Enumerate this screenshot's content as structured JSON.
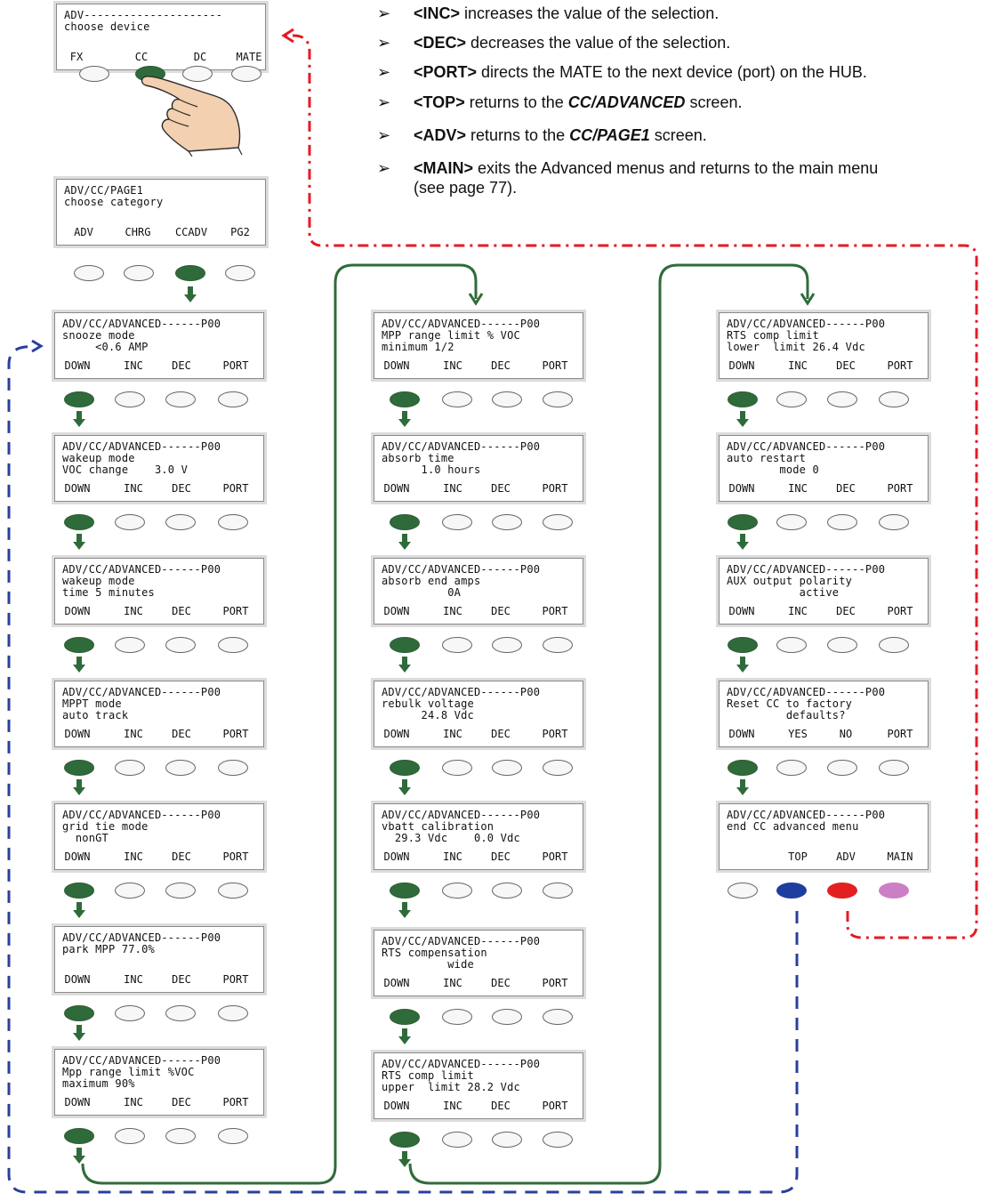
{
  "colors": {
    "key_on": "#2f6b3a",
    "flow_green": "#2f6b3a",
    "flow_blue": "#2a3f9c",
    "flow_red": "#e31b23",
    "top_key": "#1d3e9e",
    "adv_key": "#e3201f",
    "main_key": "#cc7fc5"
  },
  "icons": {
    "bullet": "arrowhead-bullet-icon",
    "finger": "pointing-finger-icon",
    "down_arrow": "down-arrow-icon"
  },
  "bullets": [
    {
      "mark": "➢",
      "key": "<INC>",
      "text": " increases the value of the selection."
    },
    {
      "mark": "➢",
      "key": "<DEC>",
      "text": " decreases the value of the selection."
    },
    {
      "mark": "➢",
      "key": "<PORT>",
      "text": " directs the MATE to the next device (port) on the HUB."
    },
    {
      "mark": "➢",
      "key": "<TOP>",
      "text_before": " returns to the ",
      "screen": "CC/ADVANCED",
      "text_after": " screen."
    },
    {
      "mark": "➢",
      "key": "<ADV>",
      "text_before": " returns to the ",
      "screen": "CC/PAGE1",
      "text_after": " screen."
    },
    {
      "mark": "➢",
      "key": "<MAIN>",
      "text": " exits the Advanced menus and returns to the main menu",
      "text2": "(see page 77)."
    }
  ],
  "screens": {
    "top0": {
      "l0": "ADV---------------------",
      "l1": "choose device",
      "l2": "",
      "sk": [
        "FX",
        "CC",
        "DC",
        "MATE"
      ]
    },
    "page1": {
      "l0": "ADV/CC/PAGE1",
      "l1": "choose category",
      "l2": "",
      "sk": [
        "ADV",
        "CHRG",
        "CCADV",
        "PG2"
      ]
    },
    "c1": [
      {
        "l0": "ADV/CC/ADVANCED------P00",
        "l1": "snooze mode",
        "l2": "     <0.6 AMP",
        "sk": [
          "DOWN",
          "INC",
          "DEC",
          "PORT"
        ]
      },
      {
        "l0": "ADV/CC/ADVANCED------P00",
        "l1": "wakeup mode",
        "l2": "VOC change    3.0 V",
        "sk": [
          "DOWN",
          "INC",
          "DEC",
          "PORT"
        ]
      },
      {
        "l0": "ADV/CC/ADVANCED------P00",
        "l1": "wakeup mode",
        "l2": "time 5 minutes",
        "sk": [
          "DOWN",
          "INC",
          "DEC",
          "PORT"
        ]
      },
      {
        "l0": "ADV/CC/ADVANCED------P00",
        "l1": "MPPT mode",
        "l2": "auto track",
        "sk": [
          "DOWN",
          "INC",
          "DEC",
          "PORT"
        ]
      },
      {
        "l0": "ADV/CC/ADVANCED------P00",
        "l1": "grid tie mode",
        "l2": "  nonGT",
        "sk": [
          "DOWN",
          "INC",
          "DEC",
          "PORT"
        ]
      },
      {
        "l0": "ADV/CC/ADVANCED------P00",
        "l1": "park MPP 77.0%",
        "l2": "",
        "sk": [
          "DOWN",
          "INC",
          "DEC",
          "PORT"
        ]
      },
      {
        "l0": "ADV/CC/ADVANCED------P00",
        "l1": "Mpp range limit %VOC",
        "l2": "maximum 90%",
        "sk": [
          "DOWN",
          "INC",
          "DEC",
          "PORT"
        ]
      }
    ],
    "c2": [
      {
        "l0": "ADV/CC/ADVANCED------P00",
        "l1": "MPP range limit % VOC",
        "l2": "minimum 1/2",
        "sk": [
          "DOWN",
          "INC",
          "DEC",
          "PORT"
        ]
      },
      {
        "l0": "ADV/CC/ADVANCED------P00",
        "l1": "absorb time",
        "l2": "      1.0 hours",
        "sk": [
          "DOWN",
          "INC",
          "DEC",
          "PORT"
        ]
      },
      {
        "l0": "ADV/CC/ADVANCED------P00",
        "l1": "absorb end amps",
        "l2": "          0A",
        "sk": [
          "DOWN",
          "INC",
          "DEC",
          "PORT"
        ]
      },
      {
        "l0": "ADV/CC/ADVANCED------P00",
        "l1": "rebulk voltage",
        "l2": "      24.8 Vdc",
        "sk": [
          "DOWN",
          "INC",
          "DEC",
          "PORT"
        ]
      },
      {
        "l0": "ADV/CC/ADVANCED------P00",
        "l1": "vbatt calibration",
        "l2": "  29.3 Vdc    0.0 Vdc",
        "sk": [
          "DOWN",
          "INC",
          "DEC",
          "PORT"
        ]
      },
      {
        "l0": "ADV/CC/ADVANCED------P00",
        "l1": "RTS compensation",
        "l2": "          wide",
        "sk": [
          "DOWN",
          "INC",
          "DEC",
          "PORT"
        ]
      },
      {
        "l0": "ADV/CC/ADVANCED------P00",
        "l1": "RTS comp limit",
        "l2": "upper  limit 28.2 Vdc",
        "sk": [
          "DOWN",
          "INC",
          "DEC",
          "PORT"
        ]
      }
    ],
    "c3": [
      {
        "l0": "ADV/CC/ADVANCED------P00",
        "l1": "RTS comp limit",
        "l2": "lower  limit 26.4 Vdc",
        "sk": [
          "DOWN",
          "INC",
          "DEC",
          "PORT"
        ]
      },
      {
        "l0": "ADV/CC/ADVANCED------P00",
        "l1": "auto restart",
        "l2": "        mode 0",
        "sk": [
          "DOWN",
          "INC",
          "DEC",
          "PORT"
        ]
      },
      {
        "l0": "ADV/CC/ADVANCED------P00",
        "l1": "AUX output polarity",
        "l2": "           active",
        "sk": [
          "DOWN",
          "INC",
          "DEC",
          "PORT"
        ]
      },
      {
        "l0": "ADV/CC/ADVANCED------P00",
        "l1": "Reset CC to factory",
        "l2": "         defaults?",
        "sk": [
          "DOWN",
          "YES",
          "NO",
          "PORT"
        ]
      },
      {
        "l0": "ADV/CC/ADVANCED------P00",
        "l1": "end CC advanced menu",
        "l2": "",
        "sk": [
          "",
          "TOP",
          "ADV",
          "MAIN"
        ]
      }
    ]
  }
}
